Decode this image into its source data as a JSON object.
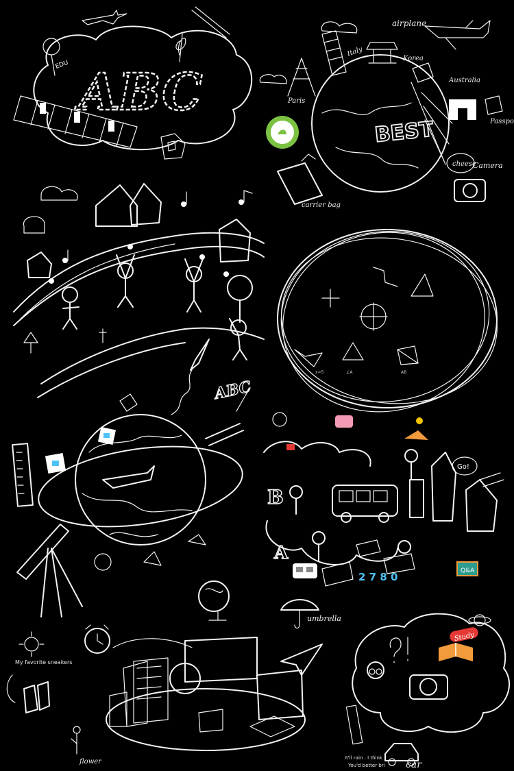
{
  "labels": {
    "airplane": "airplane",
    "italy": "Italy",
    "korea": "Korea",
    "australia": "Australia",
    "paris": "Paris",
    "passport": "Passport",
    "cheese": "cheese",
    "camera": "Camera",
    "carrier_bag": "carrier bag",
    "best": "BEST",
    "edu": "EDU",
    "abc_big": "ABC",
    "abc_small": "ABC",
    "go": "Go!",
    "qa": "Q&A",
    "digits": "2 7 8 0",
    "umbrella": "umbrella",
    "study": "Study",
    "sneakers": "My favorite sneakers",
    "flower": "flower",
    "car": "car",
    "rain_line1": "It'll rain . I think",
    "rain_line2": "You'd better bri"
  },
  "colors": {
    "background": "#000000",
    "line": "#f2f2f2",
    "accent_green": "#7cc242",
    "accent_pink": "#f39bb5",
    "accent_red": "#e53935",
    "accent_yellow": "#f5c400",
    "accent_orange": "#f29b3c",
    "accent_teal": "#2d9c8f",
    "accent_blue": "#4fc3f7"
  },
  "icons": [
    "airplane-icon",
    "leaning-tower-icon",
    "eiffel-tower-icon",
    "arc-de-triomphe-icon",
    "temple-icon",
    "globe-icon",
    "alarm-clock-icon",
    "suitcase-icon",
    "camera-icon",
    "music-note-icon",
    "rocket-icon",
    "planet-icon",
    "telescope-icon",
    "ruler-icon",
    "compass-icon",
    "umbrella-icon",
    "paper-airplane-icon",
    "sneakers-icon",
    "flower-icon",
    "car-icon",
    "sun-icon",
    "thought-bubble-icon"
  ]
}
